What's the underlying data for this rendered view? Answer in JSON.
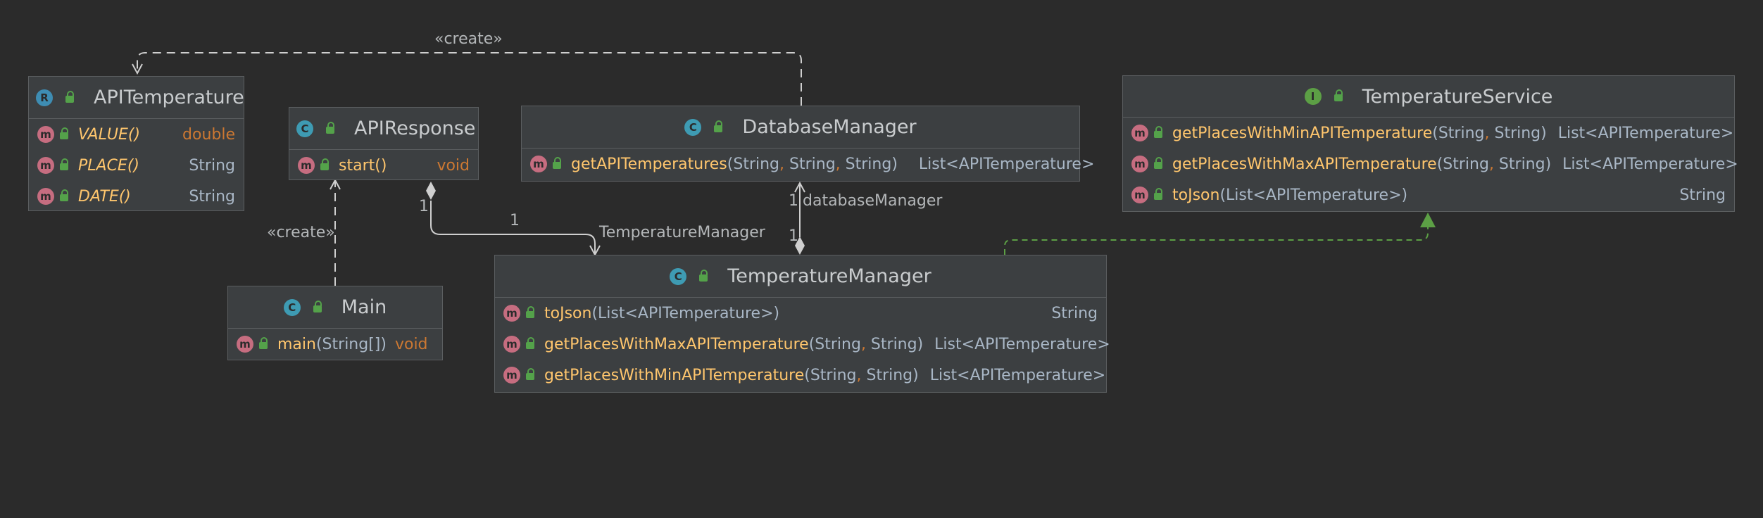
{
  "colors": {
    "background": "#2b2b2b",
    "node": "#3c3f41",
    "method": "#ffc66d",
    "keyword": "#cc7832",
    "edge": "#cfcfcf",
    "implements": "#5c9f45"
  },
  "classes": {
    "apitemperature": {
      "name": "APITemperature",
      "icon": "record-icon",
      "rows": [
        {
          "name": "VALUE()",
          "params": "",
          "ret": "double"
        },
        {
          "name": "PLACE()",
          "params": "",
          "ret": "String"
        },
        {
          "name": "DATE()",
          "params": "",
          "ret": "String"
        }
      ]
    },
    "apiresponse": {
      "name": "APIResponse",
      "icon": "class-icon",
      "rows": [
        {
          "name": "start()",
          "params": "",
          "ret": "void"
        }
      ]
    },
    "databasemanager": {
      "name": "DatabaseManager",
      "icon": "class-icon",
      "rows": [
        {
          "name": "getAPITemperatures",
          "params": "(String, String, String)",
          "ret": "List<APITemperature>"
        }
      ]
    },
    "temperatureservice": {
      "name": "TemperatureService",
      "icon": "interface-icon",
      "rows": [
        {
          "name": "getPlacesWithMinAPITemperature",
          "params": "(String, String)",
          "ret": "List<APITemperature>"
        },
        {
          "name": "getPlacesWithMaxAPITemperature",
          "params": "(String, String)",
          "ret": "List<APITemperature>"
        },
        {
          "name": "toJson",
          "params": "(List<APITemperature>)",
          "ret": "String"
        }
      ]
    },
    "main": {
      "name": "Main",
      "icon": "class-icon",
      "rows": [
        {
          "name": "main",
          "params": "(String[])",
          "ret": "void"
        }
      ]
    },
    "temperaturemanager": {
      "name": "TemperatureManager",
      "icon": "class-icon",
      "rows": [
        {
          "name": "toJson",
          "params": "(List<APITemperature>)",
          "ret": "String"
        },
        {
          "name": "getPlacesWithMaxAPITemperature",
          "params": "(String, String)",
          "ret": "List<APITemperature>"
        },
        {
          "name": "getPlacesWithMinAPITemperature",
          "params": "(String, String)",
          "ret": "List<APITemperature>"
        }
      ]
    }
  },
  "icons": {
    "method": "m",
    "class": "C",
    "record": "R",
    "interface": "I"
  },
  "edge_labels": {
    "create_top": "«create»",
    "create_main": "«create»",
    "apiresponse_mult": "1",
    "tm_mult": "1",
    "tm_role": "TemperatureManager",
    "db_mult_top": "1",
    "db_role": "databaseManager",
    "db_mult_bottom": "1"
  }
}
